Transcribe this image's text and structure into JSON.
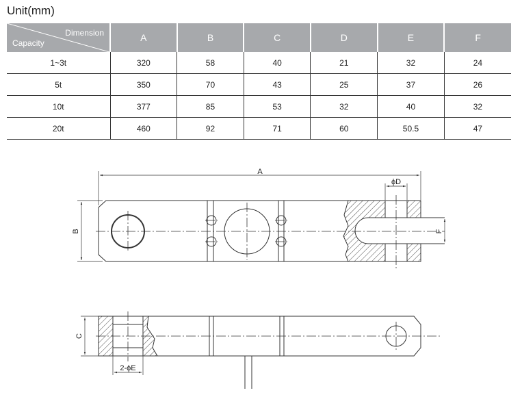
{
  "unit_label": "Unit(mm)",
  "table": {
    "corner_dimension": "Dimension",
    "corner_capacity": "Capacity",
    "columns": [
      "A",
      "B",
      "C",
      "D",
      "E",
      "F"
    ],
    "rows": [
      {
        "capacity": "1~3t",
        "values": [
          "320",
          "58",
          "40",
          "21",
          "32",
          "24"
        ]
      },
      {
        "capacity": "5t",
        "values": [
          "350",
          "70",
          "43",
          "25",
          "37",
          "26"
        ]
      },
      {
        "capacity": "10t",
        "values": [
          "377",
          "85",
          "53",
          "32",
          "40",
          "32"
        ]
      },
      {
        "capacity": "20t",
        "values": [
          "460",
          "92",
          "71",
          "60",
          "50.5",
          "47"
        ]
      }
    ]
  },
  "drawing": {
    "label_a": "A",
    "label_b": "B",
    "label_c": "C",
    "label_phi_d": "ϕD",
    "label_f": "F",
    "label_2_phi_e": "2-ϕE"
  }
}
